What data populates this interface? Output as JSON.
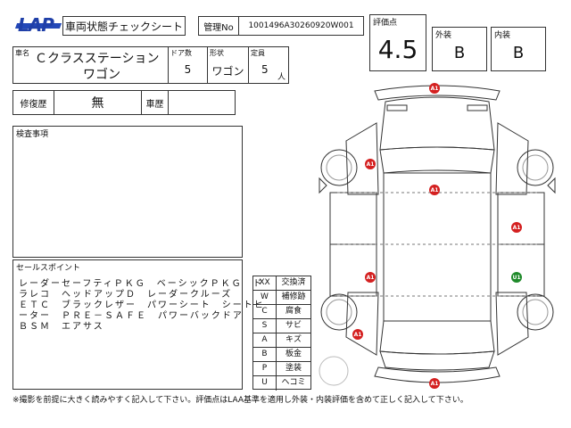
{
  "header": {
    "logo_text": "LAP",
    "sheet_title": "車両状態チェックシート",
    "mgmt_label": "管理No",
    "mgmt_value": "1001496A30260920W001"
  },
  "scores": {
    "score_label": "評価点",
    "score_value": "4.5",
    "exterior_label": "外装",
    "exterior_value": "B",
    "interior_label": "内装",
    "interior_value": "B"
  },
  "car": {
    "name_label": "車名",
    "name_line1": "Ｃクラスステーション",
    "name_line2": "ワゴン",
    "doors_label": "ドア数",
    "doors_value": "5",
    "shape_label": "形状",
    "shape_value": "ワゴン",
    "capacity_label": "定員",
    "capacity_value": "5",
    "capacity_unit": "人"
  },
  "repair": {
    "history_label": "修復歴",
    "history_value": "無",
    "vehicle_history_label": "車歴",
    "vehicle_history_value": ""
  },
  "inspection": {
    "label": "検査事項",
    "text": ""
  },
  "sales": {
    "label": "セールスポイント",
    "lines": [
      "レーダーセーフティＰＫＧ　ベーシックＰＫＧ　ド",
      "ラレコ　ヘッドアップＤ　レーダークルーズ",
      "ＥＴＣ　ブラックレザー　パワーシート　シートヒ",
      "ーター　ＰＲＥ－ＳＡＦＥ　パワーバックドア",
      "ＢＳＭ　エアサス"
    ]
  },
  "legend": [
    {
      "code": "XX",
      "meaning": "交換済"
    },
    {
      "code": "W",
      "meaning": "補修跡"
    },
    {
      "code": "C",
      "meaning": "腐食"
    },
    {
      "code": "S",
      "meaning": "サビ"
    },
    {
      "code": "A",
      "meaning": "キズ"
    },
    {
      "code": "B",
      "meaning": "板金"
    },
    {
      "code": "P",
      "meaning": "塗装"
    },
    {
      "code": "U",
      "meaning": "ヘコミ"
    }
  ],
  "markers": [
    {
      "label": "A1",
      "color": "#d42020"
    },
    {
      "label": "A1",
      "color": "#d42020"
    },
    {
      "label": "A1",
      "color": "#d42020"
    },
    {
      "label": "A1",
      "color": "#d42020"
    },
    {
      "label": "A1",
      "color": "#d42020"
    },
    {
      "label": "U1",
      "color": "#1f8a2a"
    },
    {
      "label": "A1",
      "color": "#d42020"
    },
    {
      "label": "A1",
      "color": "#d42020"
    }
  ],
  "footnote": "※撮影を前提に大きく読みやすく記入して下さい。評価点はLAA基準を適用し外装・内装評価を含めて正しく記入して下さい。"
}
